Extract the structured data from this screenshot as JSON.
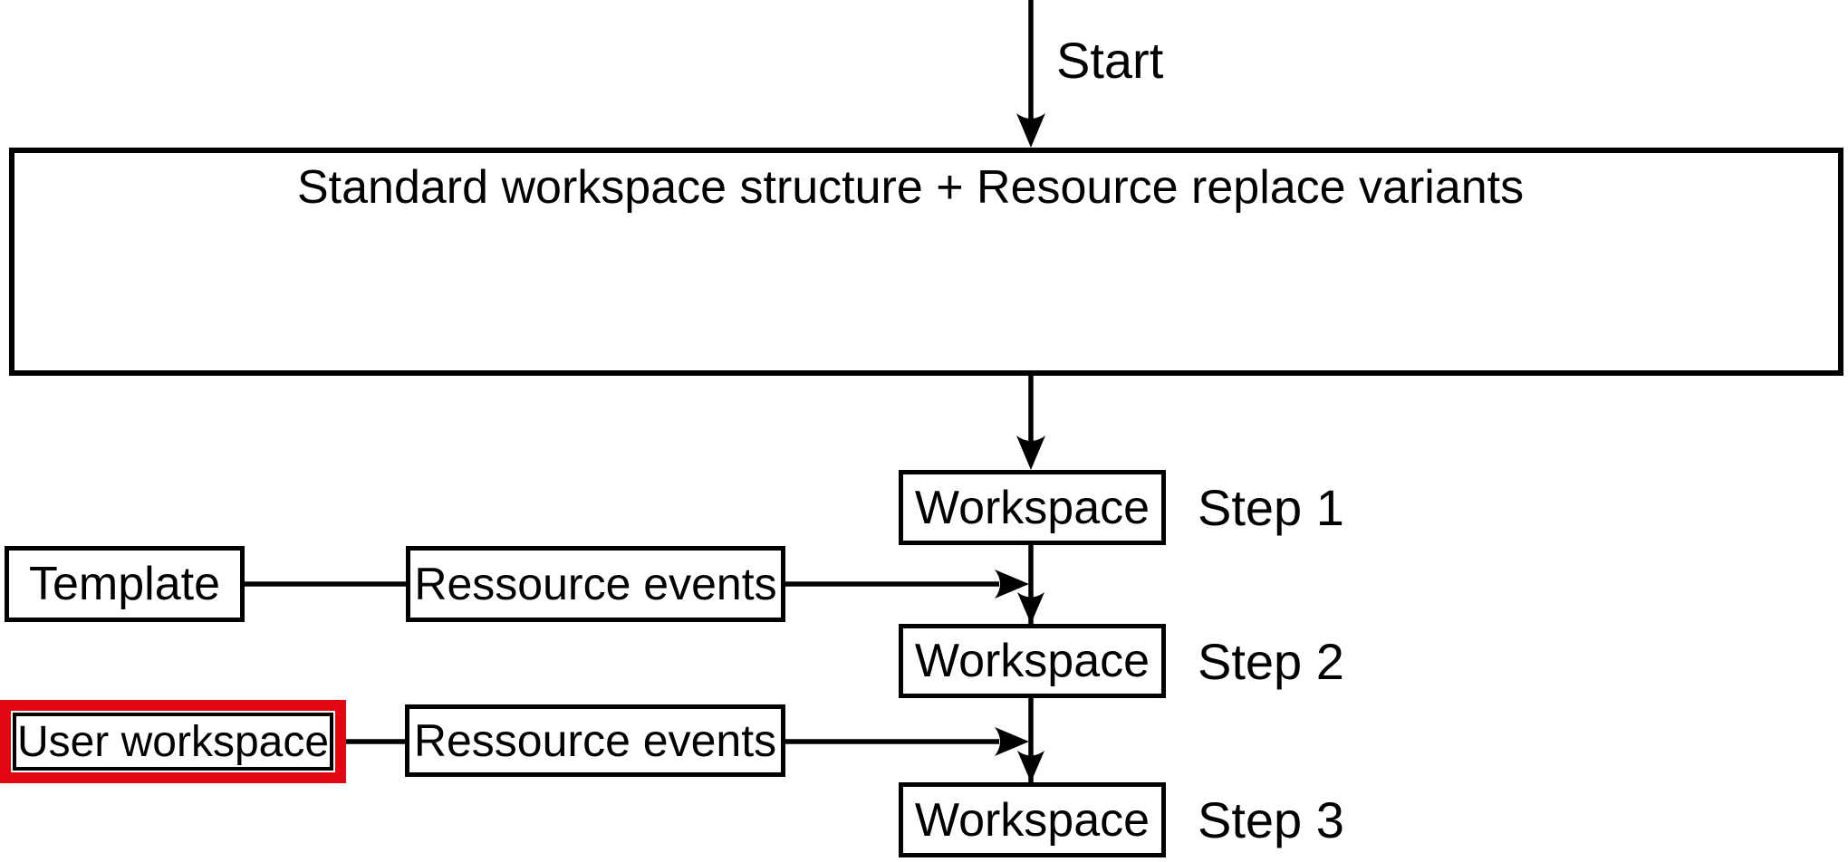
{
  "diagram": {
    "start_label": "Start",
    "main_box_label": "Standard workspace structure + Resource replace variants",
    "steps": [
      {
        "box_label": "Workspace",
        "step_label": "Step 1"
      },
      {
        "box_label": "Workspace",
        "step_label": "Step 2"
      },
      {
        "box_label": "Workspace",
        "step_label": "Step 3"
      }
    ],
    "inputs": [
      {
        "source_label": "Template",
        "event_label": "Ressource events",
        "highlighted": false
      },
      {
        "source_label": "User workspace",
        "event_label": "Ressource events",
        "highlighted": true
      }
    ],
    "colors": {
      "line": "#000000",
      "highlight": "#e30613",
      "background": "#ffffff"
    }
  }
}
